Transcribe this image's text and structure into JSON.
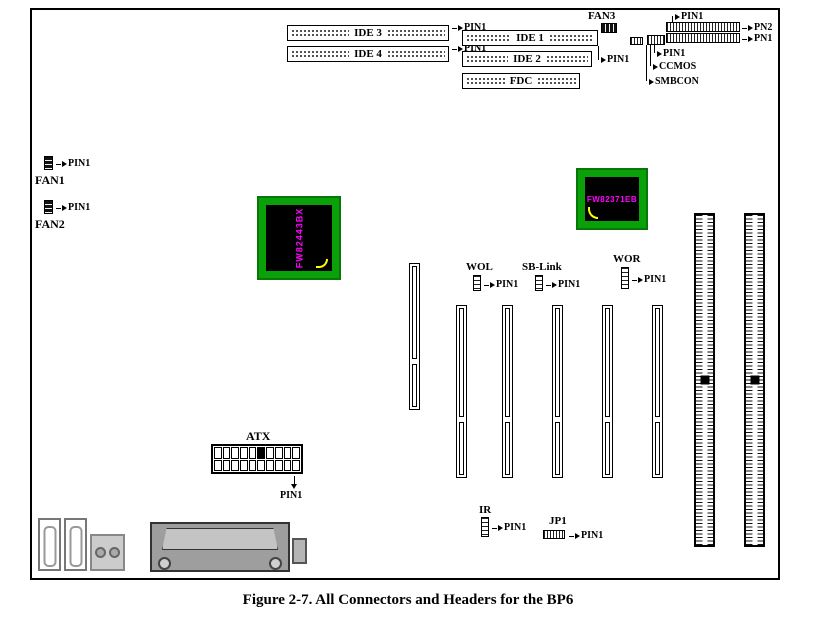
{
  "figure": {
    "caption": "Figure 2-7. All Connectors and Headers for the BP6"
  },
  "labels": {
    "pin1": "PIN1",
    "ide1": "IDE 1",
    "ide2": "IDE 2",
    "ide3": "IDE 3",
    "ide4": "IDE 4",
    "fdc": "FDC",
    "fan1": "FAN1",
    "fan2": "FAN2",
    "fan3": "FAN3",
    "pn1": "PN1",
    "pn2": "PN2",
    "ccmos": "CCMOS",
    "smbcon": "SMBCON",
    "wol": "WOL",
    "sb_link": "SB-Link",
    "wor": "WOR",
    "atx": "ATX",
    "ir": "IR",
    "jp1": "JP1"
  },
  "chips": {
    "northbridge": "FW82443BX",
    "southbridge": "FW82371EB"
  },
  "colors": {
    "board_outline": "#000000",
    "chip_green": "#0aa00a",
    "chip_core_black": "#000000",
    "chip_text_magenta": "#ff00ff",
    "pin1_mark_yellow": "#ffff00",
    "connector_gray": "#9e9e9e"
  }
}
